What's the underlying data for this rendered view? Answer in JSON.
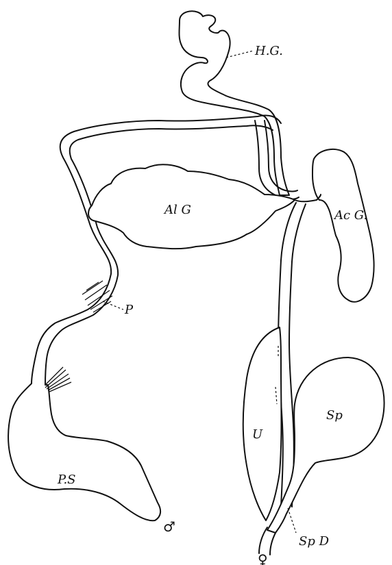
{
  "labels": {
    "hind_gut": "H.G.",
    "albumen_gland": "Al G",
    "accessory_gland": "Ac G.",
    "penis": "P",
    "uterus": "U",
    "spermatheca": "Sp",
    "penial_sac": "P.S",
    "spermathecal_duct": "Sp D",
    "male_symbol": "♂",
    "female_symbol": "♀"
  },
  "colors": {
    "ink": "#111111",
    "paper": "#ffffff"
  }
}
